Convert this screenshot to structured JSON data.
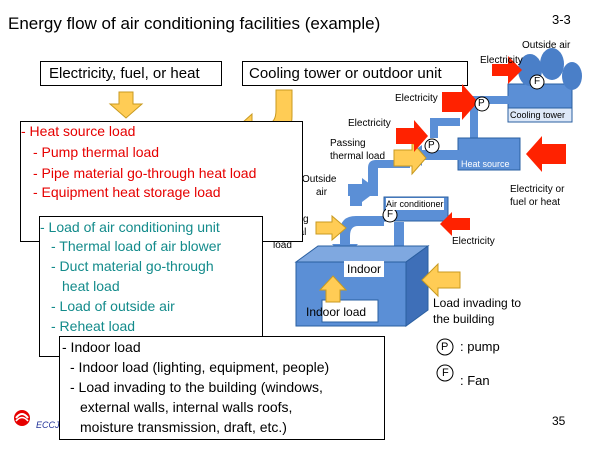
{
  "title": "Energy flow of air conditioning facilities (example)",
  "page_id": "3-3",
  "page_number": "35",
  "logo_text": "ECCJ",
  "top_boxes": {
    "left": "Electricity, fuel, or heat",
    "right": "Cooling tower or outdoor unit"
  },
  "heat_source_load": {
    "heading": "- Heat source load",
    "items": [
      "- Pump thermal load",
      "- Pipe material go-through heat load",
      "- Equipment heat storage load"
    ]
  },
  "ac_unit_load": {
    "heading": "- Load of air conditioning unit",
    "items": [
      "- Thermal load of air blower",
      "- Duct material go-through",
      "heat load",
      "- Load of outside air",
      "- Reheat load"
    ]
  },
  "indoor_load": {
    "heading": "- Indoor load",
    "items": [
      "- Indoor load (lighting, equipment, people)",
      "- Load invading to the building (windows,",
      "external walls, internal walls roofs,",
      "moisture transmission, draft, etc.)"
    ]
  },
  "diagram": {
    "outside_air_top": "Outside air",
    "electricity_1": "Electricity",
    "electricity_2": "Electricity",
    "electricity_3": "Electricity",
    "electricity_4": "Electricity",
    "cooling_tower": "Cooling tower",
    "passing_thermal_load_1a": "Passing",
    "passing_thermal_load_1b": "thermal load",
    "heat_source": "Heat source",
    "electricity_or_fuel_a": "Electricity or",
    "electricity_or_fuel_b": "fuel or heat",
    "outside_air_mid_a": "Outside",
    "outside_air_mid_b": "air",
    "air_conditioner": "Air conditioner",
    "passing_thermal_load_2a": "Passing",
    "passing_thermal_load_2b": "thermal",
    "passing_thermal_load_2c": "load",
    "indoor": "Indoor",
    "indoor_load": "Indoor load",
    "load_invading_a": "Load invading to",
    "load_invading_b": "the building",
    "pump_symbol": "P",
    "fan_symbol": "F"
  },
  "legend": {
    "pump_label": ": pump",
    "fan_label": ": Fan"
  },
  "colors": {
    "heat_source_text": "#e60000",
    "ac_text": "#138b8b",
    "arrow_red": "#ff2200",
    "arrow_orange": "#ffcc55",
    "pipe_blue": "#5b8fd6"
  }
}
